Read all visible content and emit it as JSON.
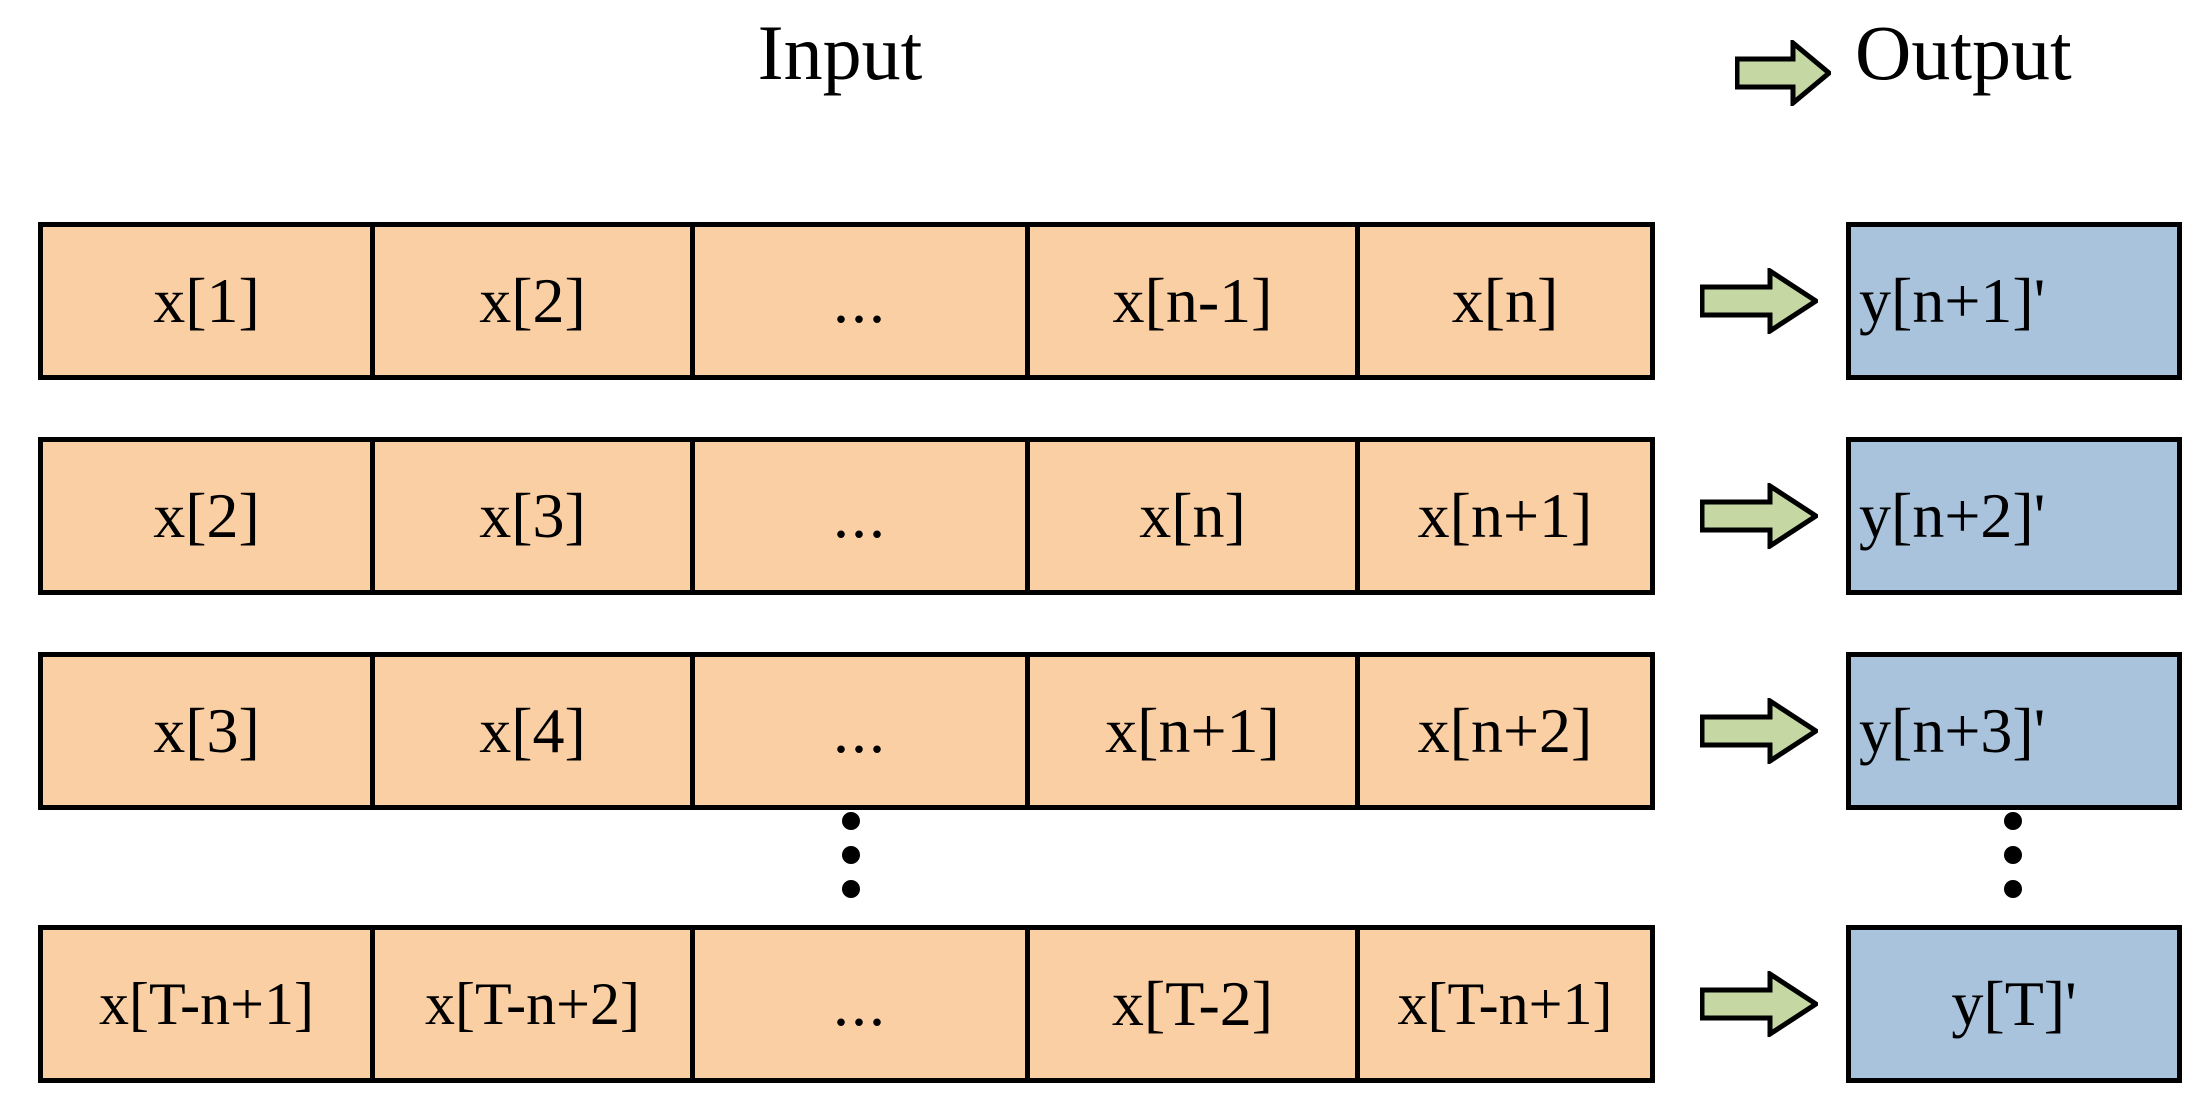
{
  "header": {
    "input_label": "Input",
    "output_label": "Output",
    "arrow_icon": "right-arrow-icon"
  },
  "colors": {
    "input_cell_fill": "#fbcfa4",
    "output_cell_fill": "#a9c3dd",
    "arrow_fill": "#c5d8a4",
    "border": "#000000",
    "text": "#000000",
    "background": "#ffffff"
  },
  "diagram": {
    "type": "sliding-window-table",
    "input_columns": 5,
    "rows": [
      {
        "input": [
          "x[1]",
          "x[2]",
          "...",
          "x[n-1]",
          "x[n]"
        ],
        "arrow": "right-arrow-icon",
        "output": "y[n+1]'"
      },
      {
        "input": [
          "x[2]",
          "x[3]",
          "...",
          "x[n]",
          "x[n+1]"
        ],
        "arrow": "right-arrow-icon",
        "output": "y[n+2]'"
      },
      {
        "input": [
          "x[3]",
          "x[4]",
          "...",
          "x[n+1]",
          "x[n+2]"
        ],
        "arrow": "right-arrow-icon",
        "output": "y[n+3]'"
      },
      {
        "input": [
          "x[T-n+1]",
          "x[T-n+2]",
          "...",
          "x[T-2]",
          "x[T-n+1]"
        ],
        "arrow": "right-arrow-icon",
        "output": "y[T]'"
      }
    ],
    "continuation": {
      "input_ellipsis": "vertical-ellipsis",
      "output_ellipsis": "vertical-ellipsis"
    }
  }
}
